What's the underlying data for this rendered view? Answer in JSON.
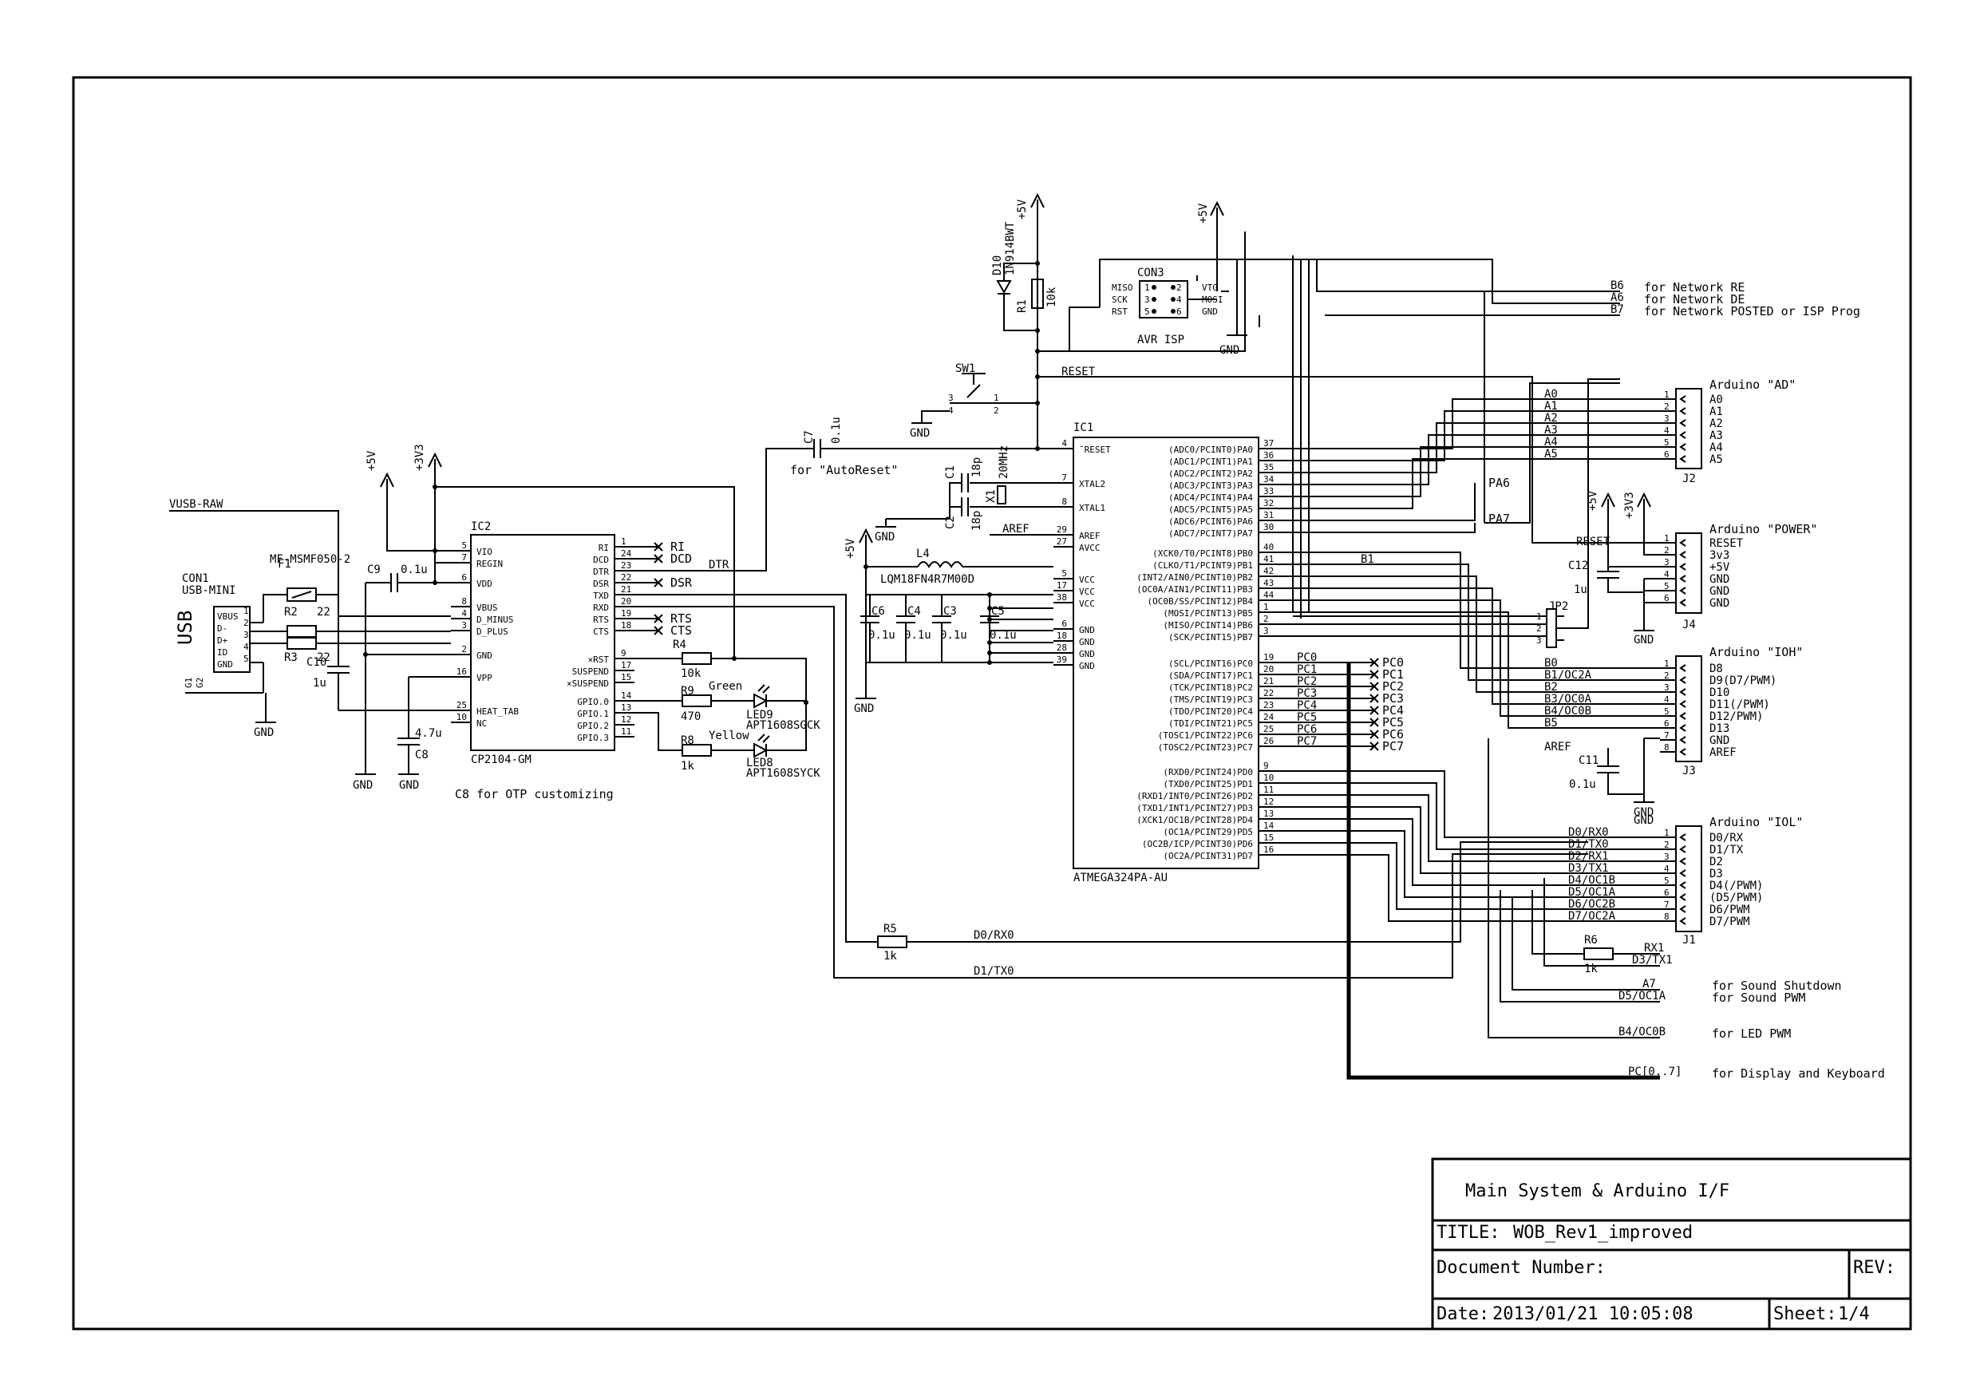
{
  "title_block": {
    "heading": "Main System & Arduino I/F",
    "title_label": "TITLE:",
    "title_value": "WOB_Rev1_improved",
    "docnum_label": "Document Number:",
    "rev_label": "REV:",
    "date_label": "Date:",
    "date_value": "2013/01/21 10:05:08",
    "sheet_label": "Sheet:",
    "sheet_value": "1/4"
  },
  "usb": {
    "con_name": "CON1",
    "con_value": "USB-MINI",
    "side_label": "USB",
    "pins": [
      "VBUS",
      "D-",
      "D+",
      "ID",
      "GND"
    ],
    "pin_numbers": [
      "1",
      "2",
      "3",
      "4",
      "5"
    ],
    "g_pins": [
      "G1",
      "G2"
    ],
    "net_vusb": "VUSB-RAW",
    "fuse_name": "F1",
    "fuse_value": "MF-MSMF050-2",
    "r2": "R2",
    "r2_val": "22",
    "r3": "R3",
    "r3_val": "22",
    "c10": "C10",
    "c10_val": "1u",
    "gnd": "GND"
  },
  "ic2": {
    "name": "IC2",
    "part": "CP2104-GM",
    "left_pins": [
      {
        "num": "5",
        "label": "VIO"
      },
      {
        "num": "7",
        "label": "REGIN"
      },
      {
        "num": "6",
        "label": "VDD"
      },
      {
        "num": "8",
        "label": "VBUS"
      },
      {
        "num": "4",
        "label": "D_MINUS"
      },
      {
        "num": "3",
        "label": "D_PLUS"
      },
      {
        "num": "2",
        "label": "GND"
      },
      {
        "num": "16",
        "label": "VPP"
      },
      {
        "num": "25",
        "label": "HEAT_TAB"
      },
      {
        "num": "10",
        "label": "NC"
      }
    ],
    "right_pins": [
      {
        "num": "1",
        "label": "RI"
      },
      {
        "num": "24",
        "label": "DCD"
      },
      {
        "num": "23",
        "label": "DTR"
      },
      {
        "num": "22",
        "label": "DSR"
      },
      {
        "num": "21",
        "label": "TXD"
      },
      {
        "num": "20",
        "label": "RXD"
      },
      {
        "num": "19",
        "label": "RTS"
      },
      {
        "num": "18",
        "label": "CTS"
      },
      {
        "num": "9",
        "label": "×RST"
      },
      {
        "num": "17",
        "label": "SUSPEND"
      },
      {
        "num": "15",
        "label": "×SUSPEND"
      },
      {
        "num": "14",
        "label": "GPIO.0"
      },
      {
        "num": "13",
        "label": "GPIO.1"
      },
      {
        "num": "12",
        "label": "GPIO.2"
      },
      {
        "num": "11",
        "label": "GPIO.3"
      }
    ],
    "nc_labels": [
      "RI",
      "DCD",
      "DSR",
      "RTS",
      "CTS"
    ],
    "net_dtr": "DTR",
    "c9": "C9",
    "c9_val": "0.1u",
    "c8": "C8",
    "c8_val": "4.7u",
    "c8_note": "C8 for OTP customizing",
    "r4": "R4",
    "r4_val": "10k",
    "r9": "R9",
    "r9_val": "470",
    "r8": "R8",
    "r8_val": "1k",
    "led9": "LED9",
    "led9_part": "APT1608SGCK",
    "led9_color": "Green",
    "led8": "LED8",
    "led8_part": "APT1608SYCK",
    "led8_color": "Yellow",
    "p5v": "+5V",
    "p3v3": "+3V3"
  },
  "ic1": {
    "name": "IC1",
    "part": "ATMEGA324PA-AU",
    "left_pins": [
      {
        "num": "4",
        "label": "¯RESET"
      },
      {
        "num": "7",
        "label": "XTAL2"
      },
      {
        "num": "8",
        "label": "XTAL1"
      },
      {
        "num": "29",
        "label": "AREF"
      },
      {
        "num": "27",
        "label": "AVCC"
      },
      {
        "num": "5",
        "label": "VCC"
      },
      {
        "num": "17",
        "label": "VCC"
      },
      {
        "num": "38",
        "label": "VCC"
      },
      {
        "num": "6",
        "label": "GND"
      },
      {
        "num": "18",
        "label": "GND"
      },
      {
        "num": "28",
        "label": "GND"
      },
      {
        "num": "39",
        "label": "GND"
      }
    ],
    "right_pins": [
      {
        "num": "37",
        "label": "(ADC0/PCINT0)PA0"
      },
      {
        "num": "36",
        "label": "(ADC1/PCINT1)PA1"
      },
      {
        "num": "35",
        "label": "(ADC2/PCINT2)PA2"
      },
      {
        "num": "34",
        "label": "(ADC3/PCINT3)PA3"
      },
      {
        "num": "33",
        "label": "(ADC4/PCINT4)PA4"
      },
      {
        "num": "32",
        "label": "(ADC5/PCINT5)PA5"
      },
      {
        "num": "31",
        "label": "(ADC6/PCINT6)PA6"
      },
      {
        "num": "30",
        "label": "(ADC7/PCINT7)PA7"
      },
      {
        "num": "40",
        "label": "(XCK0/T0/PCINT8)PB0"
      },
      {
        "num": "41",
        "label": "(CLKO/T1/PCINT9)PB1"
      },
      {
        "num": "42",
        "label": "(INT2/AIN0/PCINT10)PB2"
      },
      {
        "num": "43",
        "label": "(OC0A/AIN1/PCINT11)PB3"
      },
      {
        "num": "44",
        "label": "(OC0B/SS/PCINT12)PB4"
      },
      {
        "num": "1",
        "label": "(MOSI/PCINT13)PB5"
      },
      {
        "num": "2",
        "label": "(MISO/PCINT14)PB6"
      },
      {
        "num": "3",
        "label": "(SCK/PCINT15)PB7"
      },
      {
        "num": "19",
        "label": "(SCL/PCINT16)PC0"
      },
      {
        "num": "20",
        "label": "(SDA/PCINT17)PC1"
      },
      {
        "num": "21",
        "label": "(TCK/PCINT18)PC2"
      },
      {
        "num": "22",
        "label": "(TMS/PCINT19)PC3"
      },
      {
        "num": "23",
        "label": "(TDO/PCINT20)PC4"
      },
      {
        "num": "24",
        "label": "(TDI/PCINT21)PC5"
      },
      {
        "num": "25",
        "label": "(TOSC1/PCINT22)PC6"
      },
      {
        "num": "26",
        "label": "(TOSC2/PCINT23)PC7"
      },
      {
        "num": "9",
        "label": "(RXD0/PCINT24)PD0"
      },
      {
        "num": "10",
        "label": "(TXD0/PCINT25)PD1"
      },
      {
        "num": "11",
        "label": "(RXD1/INT0/PCINT26)PD2"
      },
      {
        "num": "12",
        "label": "(TXD1/INT1/PCINT27)PD3"
      },
      {
        "num": "13",
        "label": "(XCK1/OC1B/PCINT28)PD4"
      },
      {
        "num": "14",
        "label": "(OC1A/PCINT29)PD5"
      },
      {
        "num": "15",
        "label": "(OC2B/ICP/PCINT30)PD6"
      },
      {
        "num": "16",
        "label": "(OC2A/PCINT31)PD7"
      }
    ],
    "pc_nets": [
      "PC0",
      "PC1",
      "PC2",
      "PC3",
      "PC4",
      "PC5",
      "PC6",
      "PC7"
    ],
    "net_reset": "RESET",
    "net_aref": "AREF",
    "net_b1": "B1",
    "pa6": "PA6",
    "pa7": "PA7"
  },
  "power_section": {
    "p5v": "+5V",
    "l4": "L4",
    "l4_part": "LQM18FN4R7M00D",
    "caps": [
      {
        "name": "C6",
        "val": "0.1u"
      },
      {
        "name": "C4",
        "val": "0.1u"
      },
      {
        "name": "C3",
        "val": "0.1u"
      },
      {
        "name": "C5",
        "val": "0.1u"
      }
    ],
    "gnd": "GND"
  },
  "crystal": {
    "x1": "X1",
    "x1_val": "20MHz",
    "c1": "C1",
    "c1_val": "18p",
    "c2": "C2",
    "c2_val": "18p",
    "gnd": "GND"
  },
  "reset_section": {
    "p5v": "+5V",
    "d10": "D10",
    "d10_part": "1N914BWT",
    "r1": "R1",
    "r1_val": "10k",
    "sw1": "SW1",
    "sw_pins": [
      "1",
      "2",
      "3",
      "4"
    ],
    "gnd": "GND",
    "c7": "C7",
    "c7_val": "0.1u",
    "c7_note": "for \"AutoReset\""
  },
  "isp": {
    "p5v": "+5V",
    "name": "CON3",
    "label": "AVR ISP",
    "left": [
      "MISO",
      "SCK",
      "RST"
    ],
    "right": [
      "VTG",
      "MOSI",
      "GND"
    ],
    "pins_left": [
      "1",
      "3",
      "5"
    ],
    "pins_right": [
      "2",
      "4",
      "6"
    ],
    "gnd": "GND"
  },
  "network": [
    {
      "net": "B6",
      "desc": "for Network RE"
    },
    {
      "net": "A6",
      "desc": "for Network DE"
    },
    {
      "net": "B7",
      "desc": "for Network POSTED or ISP Prog"
    }
  ],
  "j2": {
    "title": "Arduino \"AD\"",
    "name": "J2",
    "nets": [
      "A0",
      "A1",
      "A2",
      "A3",
      "A4",
      "A5"
    ],
    "labels": [
      "A0",
      "A1",
      "A2",
      "A3",
      "A4",
      "A5"
    ],
    "nums": [
      "1",
      "2",
      "3",
      "4",
      "5",
      "6"
    ]
  },
  "j4": {
    "title": "Arduino \"POWER\"",
    "name": "J4",
    "net_reset": "RESET",
    "labels": [
      "RESET",
      "3v3",
      "+5V",
      "GND",
      "GND",
      "GND"
    ],
    "nums": [
      "1",
      "2",
      "3",
      "4",
      "5",
      "6"
    ],
    "c12": "C12",
    "c12_val": "1u",
    "p5v": "+5V",
    "p3v3": "+3V3",
    "gnd": "GND"
  },
  "jp2": {
    "name": "JP2",
    "nums": [
      "1",
      "2",
      "3"
    ]
  },
  "j3": {
    "title": "Arduino \"IOH\"",
    "name": "J3",
    "nets": [
      "B0",
      "B1/OC2A",
      "B2",
      "B3/OC0A",
      "B4/OC0B",
      "B5",
      "",
      "AREF"
    ],
    "labels": [
      "D8",
      "D9(D7/PWM)",
      "D10",
      "D11(/PWM)",
      "D12/PWM)",
      "D13",
      "GND",
      "AREF"
    ],
    "nums": [
      "1",
      "2",
      "3",
      "4",
      "5",
      "6",
      "7",
      "8"
    ],
    "c11": "C11",
    "c11_val": "0.1u",
    "gnd": "GND"
  },
  "j1": {
    "title": "Arduino \"IOL\"",
    "name": "J1",
    "nets": [
      "D0/RX0",
      "D1/TX0",
      "D2/RX1",
      "D3/TX1",
      "D4/OC1B",
      "D5/OC1A",
      "D6/OC2B",
      "D7/OC2A"
    ],
    "labels": [
      "D0/RX",
      "D1/TX",
      "D2",
      "D3",
      "D4(/PWM)",
      "(D5/PWM)",
      "D6/PWM",
      "D7/PWM"
    ],
    "nums": [
      "1",
      "2",
      "3",
      "4",
      "5",
      "6",
      "7",
      "8"
    ],
    "gnd": "GND"
  },
  "misc": {
    "r5": "R5",
    "r5_val": "1k",
    "net_d0": "D0/RX0",
    "net_d1": "D1/TX0",
    "r6": "R6",
    "r6_val": "1k",
    "net_rx1": "RX1",
    "net_d3": "D3/TX1",
    "notes": [
      {
        "net": "A7",
        "desc": "for Sound Shutdown"
      },
      {
        "net": "D5/OC1A",
        "desc": "for Sound PWM"
      },
      {
        "net": "B4/OC0B",
        "desc": "for LED PWM"
      },
      {
        "net": "PC[0..7]",
        "desc": "for Display and Keyboard"
      }
    ]
  }
}
